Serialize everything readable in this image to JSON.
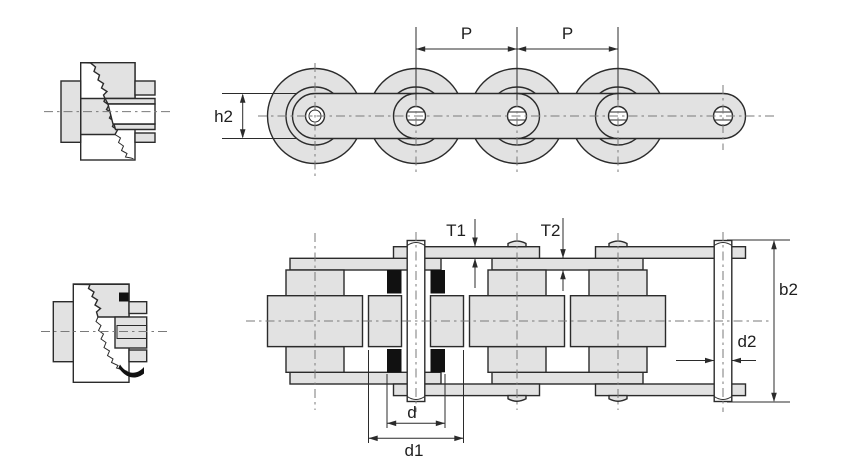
{
  "diagram": {
    "labels": {
      "pitch_left": "P",
      "pitch_right": "P",
      "roller_height": "h2",
      "outer_plate_thickness": "T1",
      "inner_plate_thickness": "T2",
      "pin_length": "b2",
      "pin_diameter": "d2",
      "bushing_diameter": "d",
      "roller_diameter": "d1"
    },
    "colors": {
      "part_fill": "#e2e2e2",
      "outline": "#2b2b2b",
      "centerline": "#7a7a7a",
      "seal_fill": "#111111",
      "background": "#ffffff",
      "label_text": "#1f1f1f"
    }
  }
}
